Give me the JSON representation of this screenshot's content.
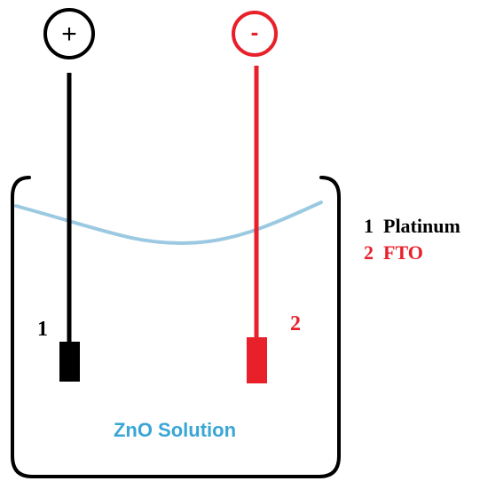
{
  "terminals": {
    "positive": {
      "symbol": "+",
      "color": "#000000"
    },
    "negative": {
      "symbol": "-",
      "color": "#e8202a"
    }
  },
  "electrodes": [
    {
      "number": "1",
      "color": "#000000"
    },
    {
      "number": "2",
      "color": "#e8202a"
    }
  ],
  "legend": [
    {
      "number": "1",
      "name": "Platinum",
      "color": "#000000"
    },
    {
      "number": "2",
      "name": "FTO",
      "color": "#e8202a"
    }
  ],
  "solution": {
    "label": "ZnO Solution",
    "color": "#3aa6d6"
  },
  "container_color": "#000000"
}
